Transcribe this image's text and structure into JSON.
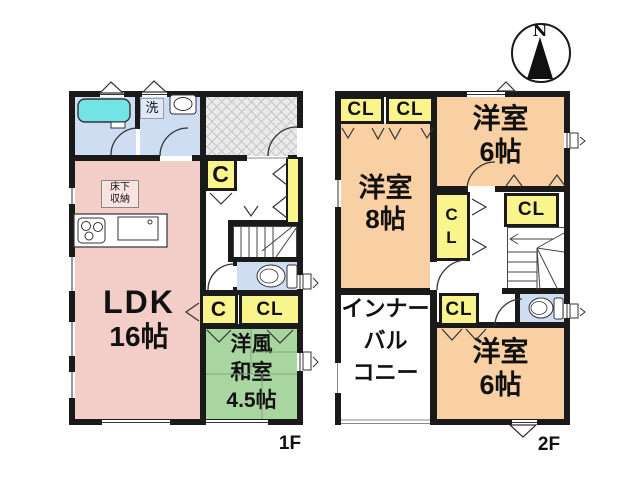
{
  "colors": {
    "wall": "#1a1a1a",
    "room-pink": "#f3cdc8",
    "room-peach": "#f8d0a3",
    "room-green": "#a9d5a1",
    "closet-yellow": "#faf48d",
    "water-blue": "#cfddf3",
    "tub-cyan": "#72e4e6",
    "hatch-bg": "#eaeaea",
    "hatch-line": "#c6c6c6"
  },
  "compass": {
    "north_label": "N"
  },
  "floor1": {
    "floor_label": "1F",
    "ldk": {
      "name": "LDK",
      "size": "16帖"
    },
    "washitsu": {
      "line1": "洋風",
      "line2": "和室",
      "line3": "4.5帖"
    },
    "laundry_label": "洗",
    "underfloor_storage": {
      "line1": "床下",
      "line2": "収納"
    },
    "entry_closet": "C",
    "closet_c": "C",
    "closet_cl": "CL"
  },
  "floor2": {
    "floor_label": "2F",
    "bedroom8": {
      "name": "洋室",
      "size": "8帖"
    },
    "bedroom6_north": {
      "name": "洋室",
      "size": "6帖"
    },
    "bedroom6_south": {
      "name": "洋室",
      "size": "6帖"
    },
    "inner_balcony": {
      "line1": "インナー",
      "line2": "バル",
      "line3": "コニー"
    },
    "closet_nw1": "CL",
    "closet_nw2": "CL",
    "closet_mid": {
      "line1": "C",
      "line2": "L"
    },
    "closet_hall": "CL",
    "closet_south": "CL"
  }
}
